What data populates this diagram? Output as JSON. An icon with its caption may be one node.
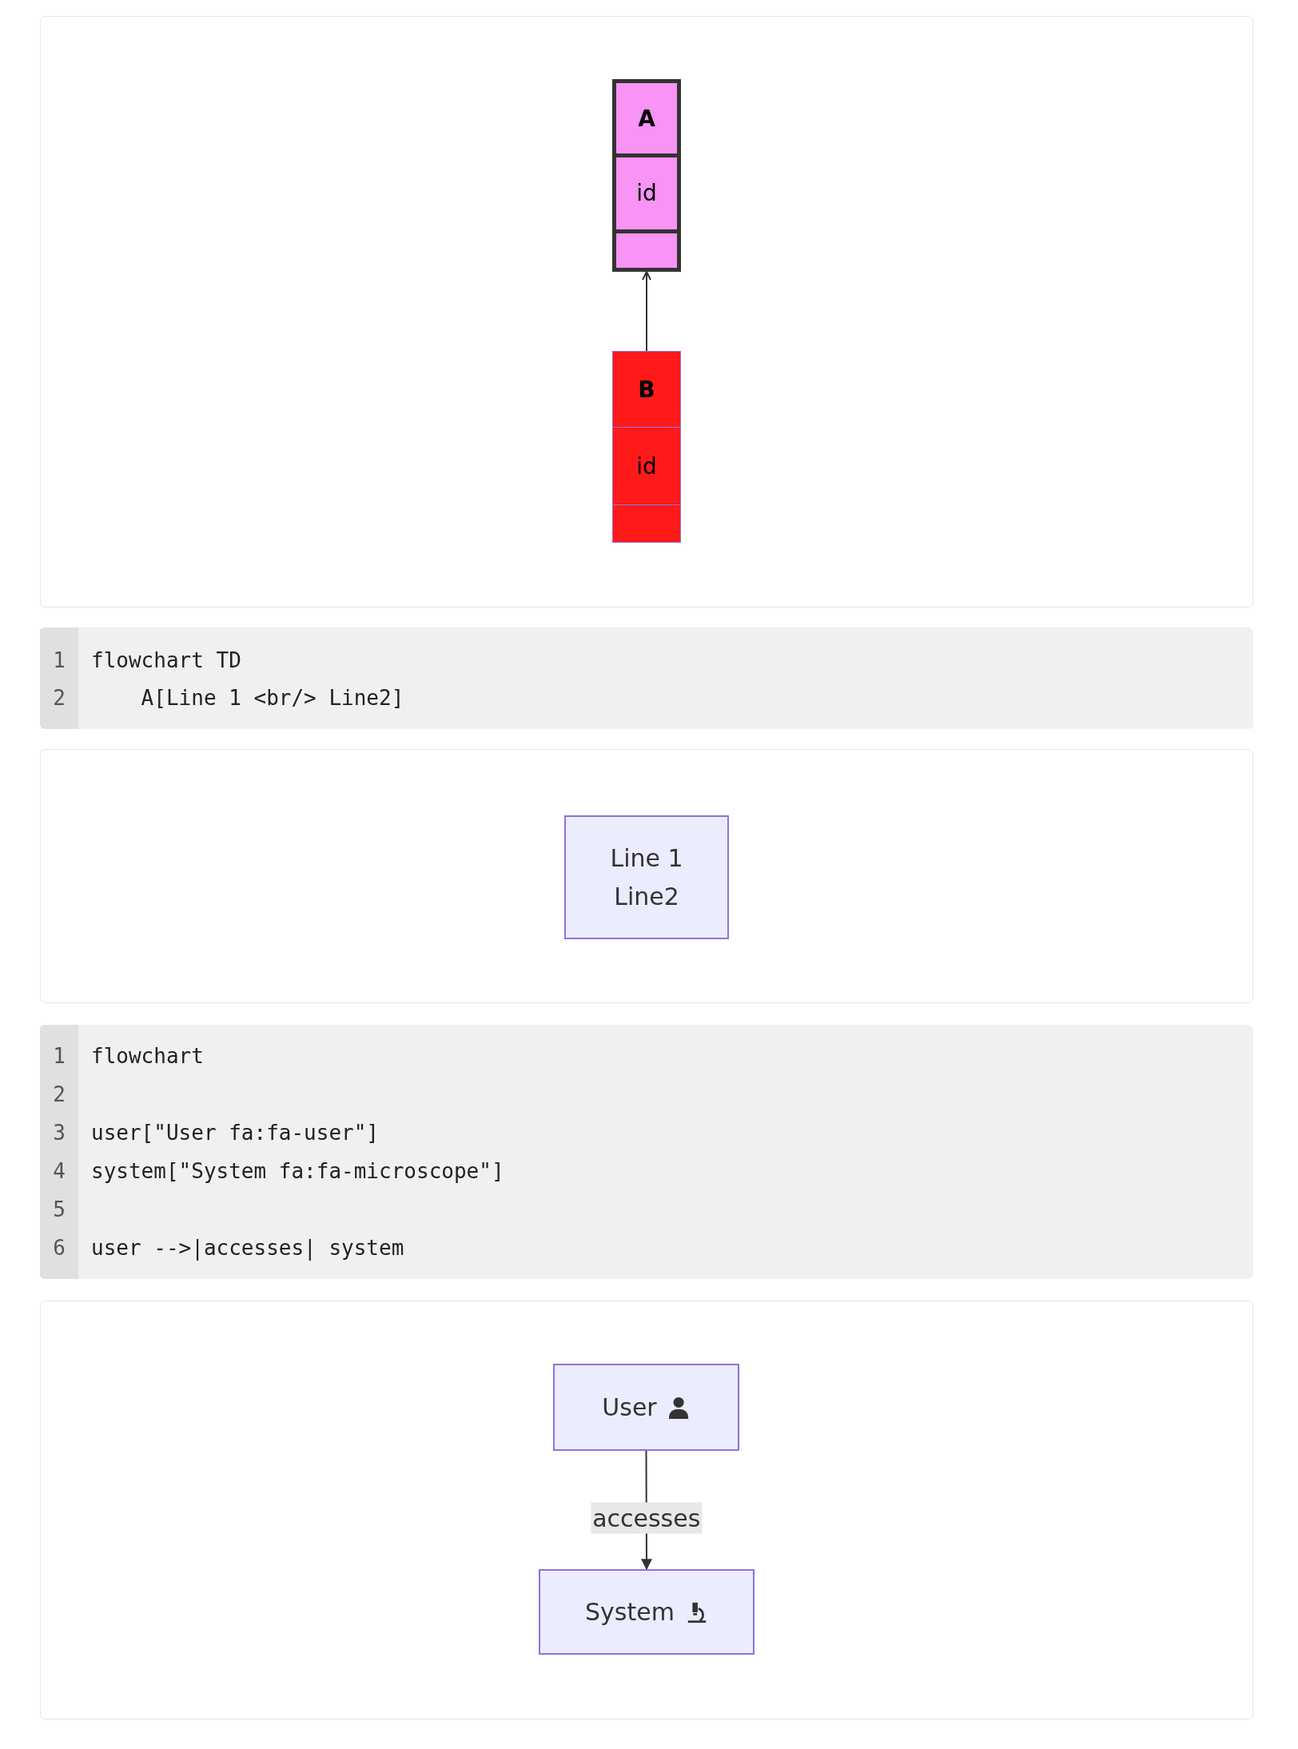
{
  "diagram": {
    "nodes": [
      {
        "text": [
          "A",
          "id"
        ]
      },
      {
        "text": [
          "B",
          "id"
        ]
      },
      {
        "text": [
          "Line 1 Line2"
        ]
      },
      {
        "text": [
          "User"
        ]
      },
      {
        "text": [
          "System"
        ]
      }
    ],
    "edges": [
      {
        "from": 1,
        "to": 0,
        "arrow": "to"
      },
      {
        "from": 3,
        "to": 4,
        "arrow": "to",
        "label": "accesses"
      }
    ],
    "labels": [
      "1",
      "flowchart TD",
      "2",
      "    A[Line 1 <br/> Line2]",
      "1",
      "flowchart",
      "2",
      "3",
      "user[\"User fa:fa-user\"]",
      "4",
      "system[\"System fa:fa-microscope\"]",
      "5",
      "6",
      "user -->|accesses| system"
    ]
  }
}
